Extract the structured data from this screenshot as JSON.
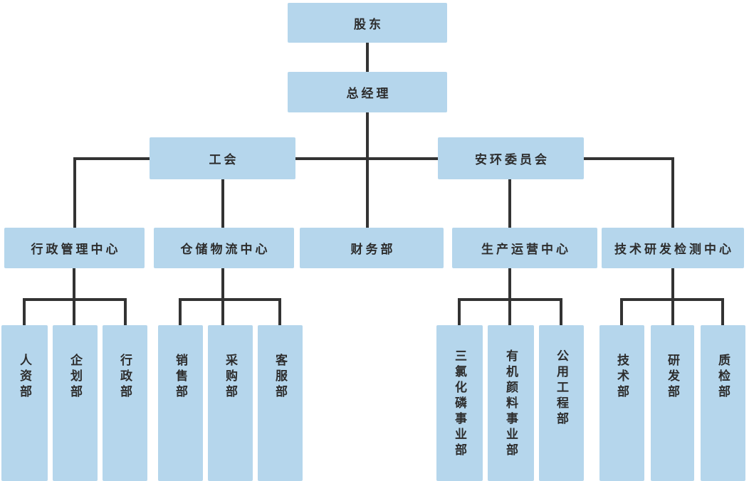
{
  "diagram": {
    "type": "org-chart",
    "colors": {
      "node_fill": "#b5d6ec",
      "connector": "#333333",
      "text": "#2d2d2d",
      "background": "#ffffff"
    },
    "nodes": {
      "shareholders": {
        "label": "股东"
      },
      "general_manager": {
        "label": "总经理"
      },
      "labor_union": {
        "label": "工会"
      },
      "safety_env_committee": {
        "label": "安环委员会"
      },
      "admin_center": {
        "label": "行政管理中心"
      },
      "warehouse_logistics_center": {
        "label": "仓储物流中心"
      },
      "finance_dept": {
        "label": "财务部"
      },
      "production_operations_center": {
        "label": "生产运营中心"
      },
      "tech_rd_testing_center": {
        "label": "技术研发检测中心"
      },
      "hr_dept": {
        "label": "人资部"
      },
      "planning_dept": {
        "label": "企划部"
      },
      "admin_dept": {
        "label": "行政部"
      },
      "sales_dept": {
        "label": "销售部"
      },
      "purchasing_dept": {
        "label": "采购部"
      },
      "customer_service_dept": {
        "label": "客服部"
      },
      "pcl3_business_unit": {
        "label": "三氯化磷事业部"
      },
      "organic_pigment_business_unit": {
        "label": "有机颜料事业部"
      },
      "public_works_dept": {
        "label": "公用工程部"
      },
      "technology_dept": {
        "label": "技术部"
      },
      "rd_dept": {
        "label": "研发部"
      },
      "quality_inspection_dept": {
        "label": "质检部"
      }
    },
    "hierarchy": {
      "股东": [
        "总经理"
      ],
      "总经理": [
        "工会",
        "安环委员会",
        "行政管理中心",
        "仓储物流中心",
        "财务部",
        "生产运营中心",
        "技术研发检测中心"
      ],
      "行政管理中心": [
        "人资部",
        "企划部",
        "行政部"
      ],
      "仓储物流中心": [
        "销售部",
        "采购部",
        "客服部"
      ],
      "生产运营中心": [
        "三氯化磷事业部",
        "有机颜料事业部",
        "公用工程部"
      ],
      "技术研发检测中心": [
        "技术部",
        "研发部",
        "质检部"
      ]
    }
  }
}
